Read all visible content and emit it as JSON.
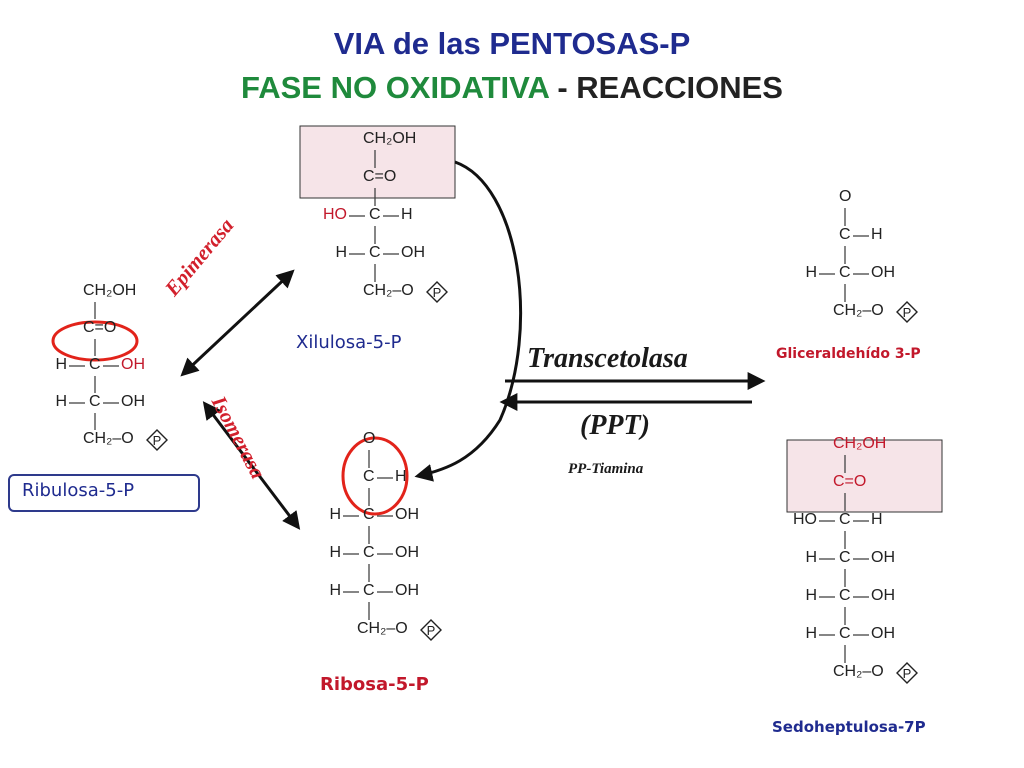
{
  "title": {
    "line1": "VIA de las PENTOSAS-P",
    "line2_green": "FASE NO OXIDATIVA",
    "line2_dark": " - REACCIONES"
  },
  "molecules": {
    "xilulosa": {
      "label": "Xilulosa-5-P",
      "rows": [
        {
          "l": "",
          "c": "CH₂OH",
          "r": ""
        },
        {
          "l": "",
          "c": "C=O",
          "r": ""
        },
        {
          "l": "HO",
          "c": "C",
          "r": "H"
        },
        {
          "l": "H",
          "c": "C",
          "r": "OH"
        },
        {
          "l": "",
          "c": "CH₂–O",
          "r": "P"
        }
      ]
    },
    "ribulosa": {
      "label": "Ribulosa-5-P",
      "rows": [
        {
          "l": "",
          "c": "CH₂OH",
          "r": ""
        },
        {
          "l": "",
          "c": "C=O",
          "r": ""
        },
        {
          "l": "H",
          "c": "C",
          "r": "OH"
        },
        {
          "l": "H",
          "c": "C",
          "r": "OH"
        },
        {
          "l": "",
          "c": "CH₂–O",
          "r": "P"
        }
      ]
    },
    "ribosa": {
      "label": "Ribosa-5-P",
      "rows": [
        {
          "l": "",
          "c": "O",
          "r": ""
        },
        {
          "l": "",
          "c": "C",
          "r": "H"
        },
        {
          "l": "H",
          "c": "C",
          "r": "OH"
        },
        {
          "l": "H",
          "c": "C",
          "r": "OH"
        },
        {
          "l": "H",
          "c": "C",
          "r": "OH"
        },
        {
          "l": "",
          "c": "CH₂–O",
          "r": "P"
        }
      ]
    },
    "gliceraldehido": {
      "label": "Gliceraldehído 3-P",
      "rows": [
        {
          "l": "",
          "c": "O",
          "r": ""
        },
        {
          "l": "",
          "c": "C",
          "r": "H"
        },
        {
          "l": "H",
          "c": "C",
          "r": "OH"
        },
        {
          "l": "",
          "c": "CH₂–O",
          "r": "P"
        }
      ]
    },
    "sedoheptulosa": {
      "label": "Sedoheptulosa-7P",
      "rows": [
        {
          "l": "",
          "c": "CH₂OH",
          "r": ""
        },
        {
          "l": "",
          "c": "C=O",
          "r": ""
        },
        {
          "l": "HO",
          "c": "C",
          "r": "H"
        },
        {
          "l": "H",
          "c": "C",
          "r": "OH"
        },
        {
          "l": "H",
          "c": "C",
          "r": "OH"
        },
        {
          "l": "H",
          "c": "C",
          "r": "OH"
        },
        {
          "l": "",
          "c": "CH₂–O",
          "r": "P"
        }
      ]
    }
  },
  "enzymes": {
    "epimerasa": "Epimerasa",
    "isomerasa": "Isomerasa",
    "transcetolasa": "Transcetolasa",
    "ppt": "(PPT)",
    "cofactor": "PP-Tiamina"
  },
  "colors": {
    "title_blue": "#1f2b8f",
    "green": "#1f8a3c",
    "red": "#c2182b",
    "pink_box": "#f6e4e8"
  }
}
